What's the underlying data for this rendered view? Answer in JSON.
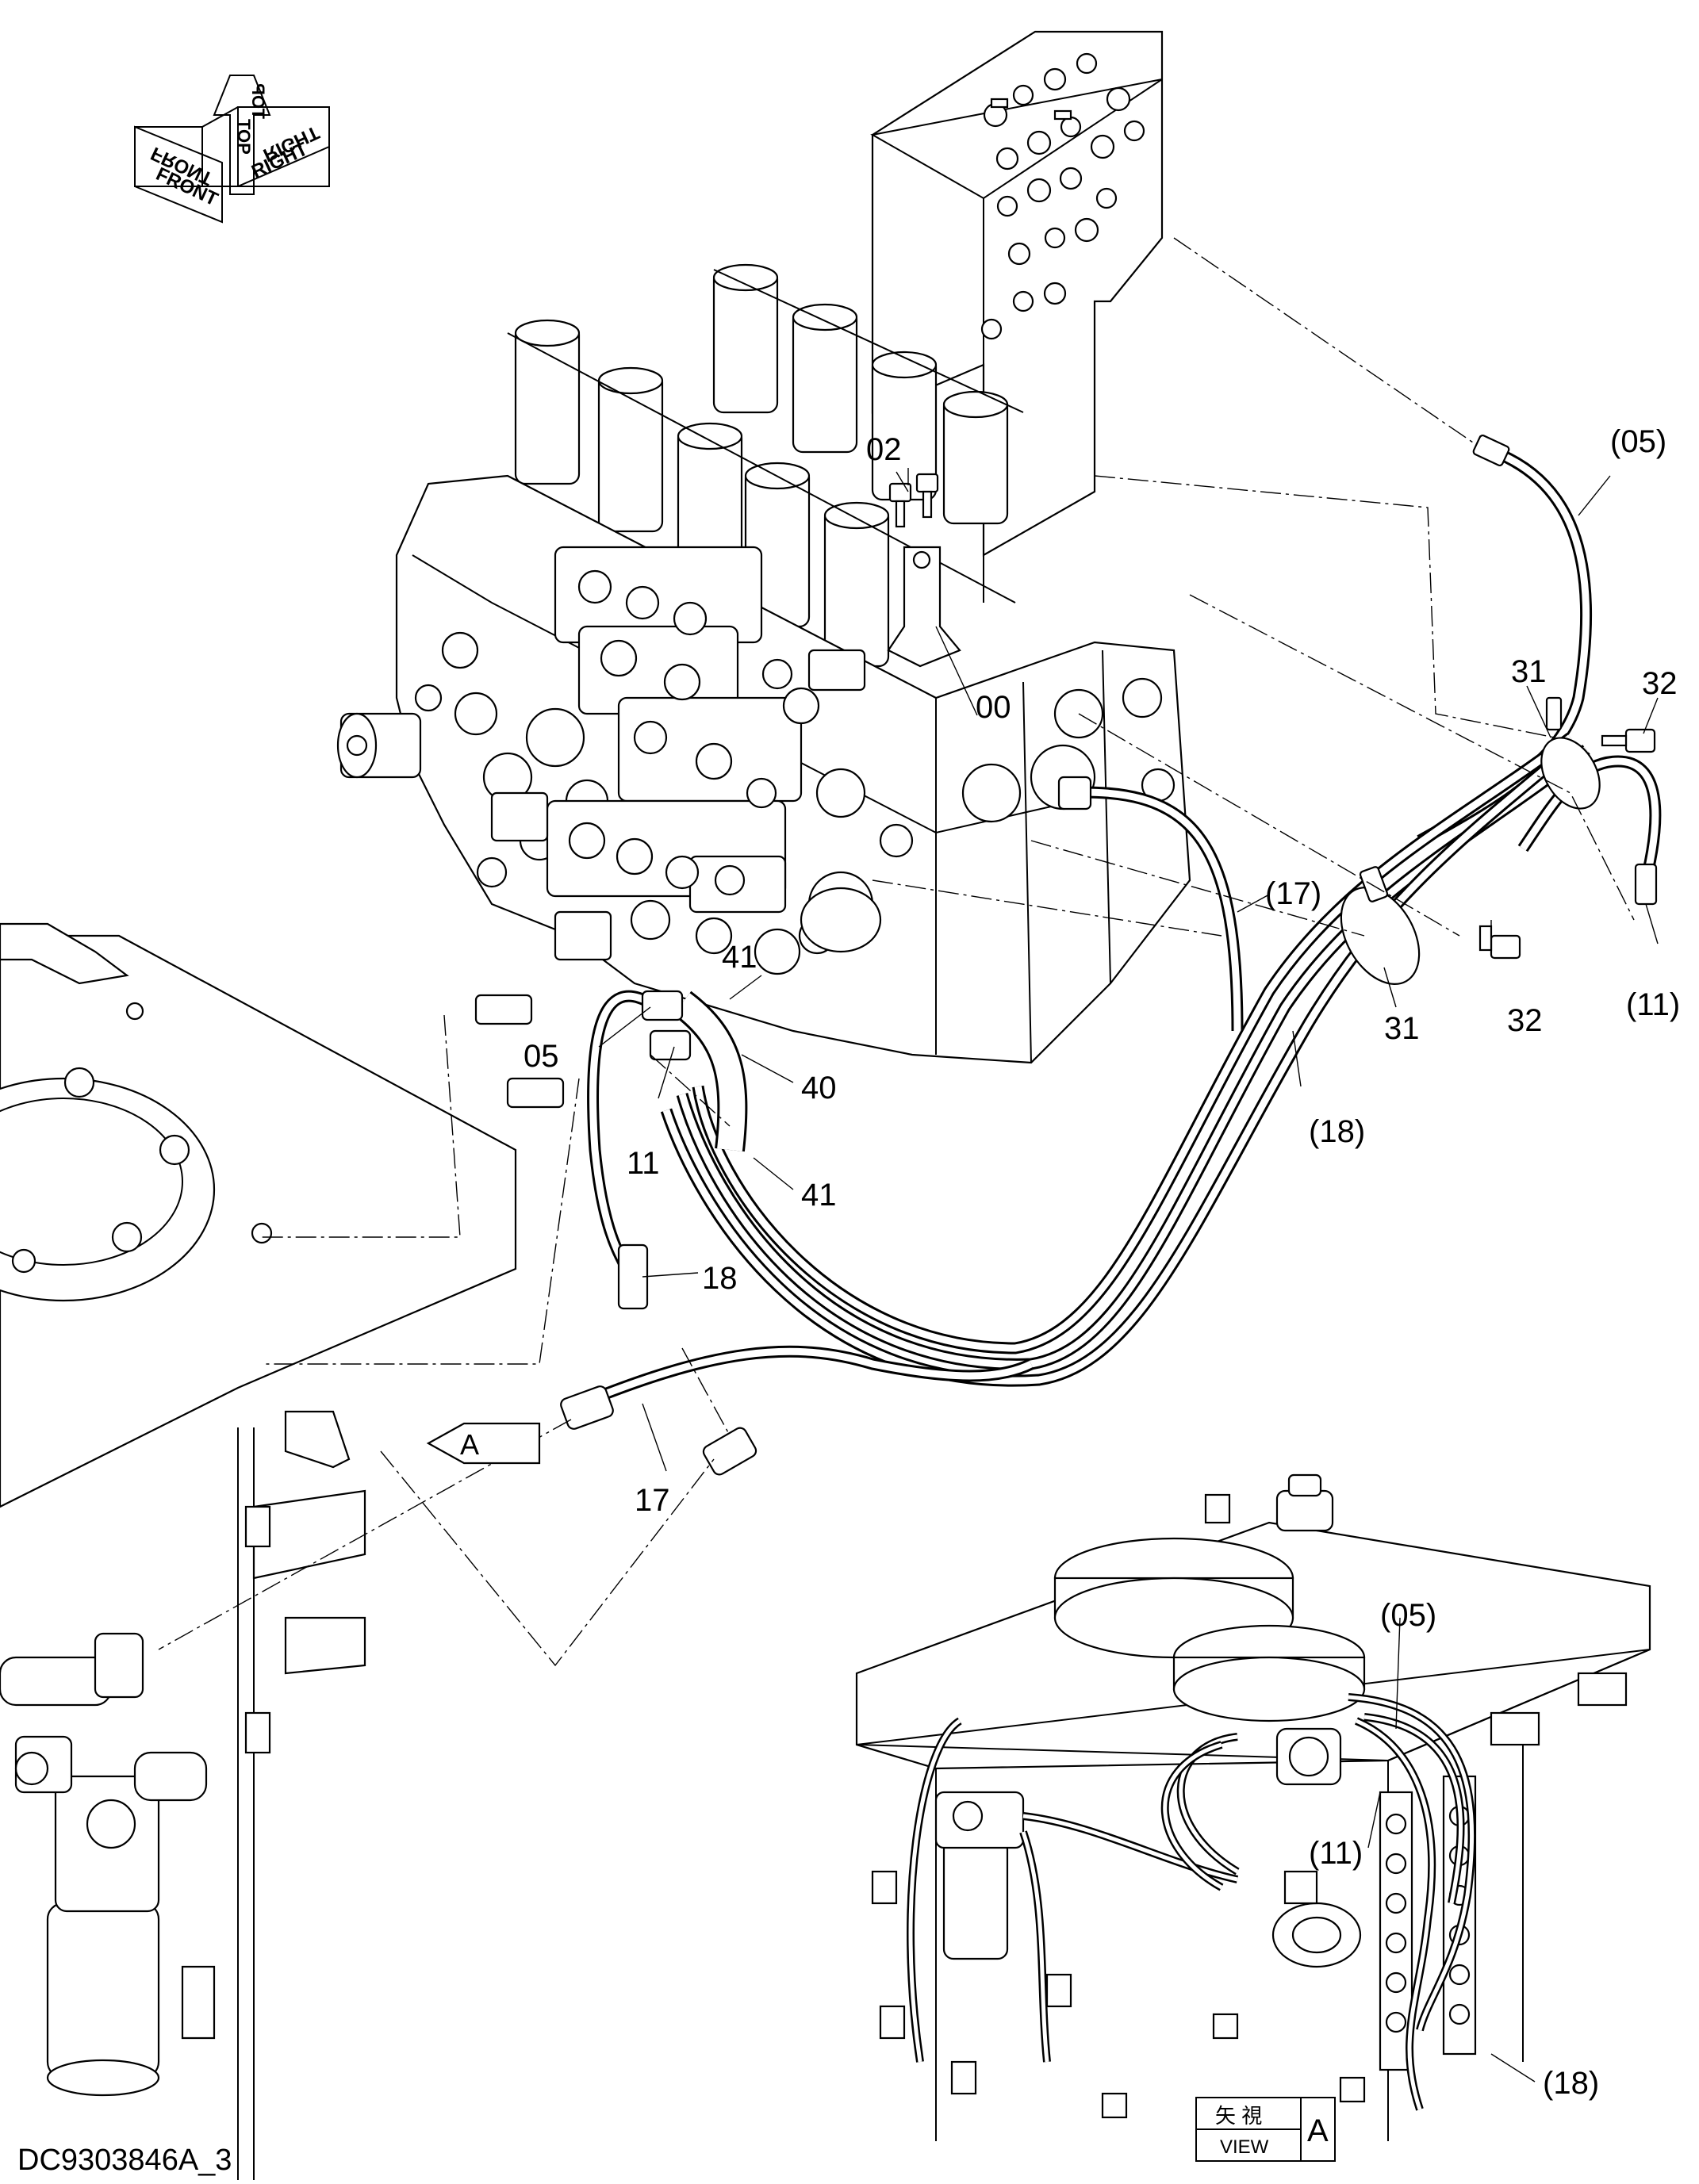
{
  "drawing_id": "DC9303846A_3",
  "orientation_symbol": {
    "front": "FRONT",
    "front_mirrored": "FRONT",
    "top": "TOP",
    "top_mirrored": "TOP",
    "right": "RIGHT",
    "right_mirrored": "RIGHT"
  },
  "view_marker": {
    "arrow_letter": "A",
    "box_kanji": "矢 視",
    "box_view": "VIEW",
    "box_letter": "A"
  },
  "callouts": {
    "c00": "00",
    "c02": "02",
    "c05_main": "(05)",
    "c05_small": "05",
    "c11_paren": "(11)",
    "c11_small": "11",
    "c17_paren": "(17)",
    "c17_small": "17",
    "c18_paren": "(18)",
    "c18_small": "18",
    "c31_top": "31",
    "c31_bottom": "31",
    "c32_top": "32",
    "c32_bottom": "32",
    "c40": "40",
    "c41_top": "41",
    "c41_bottom": "41",
    "viewA_05": "(05)",
    "viewA_11": "(11)",
    "viewA_18": "(18)"
  }
}
